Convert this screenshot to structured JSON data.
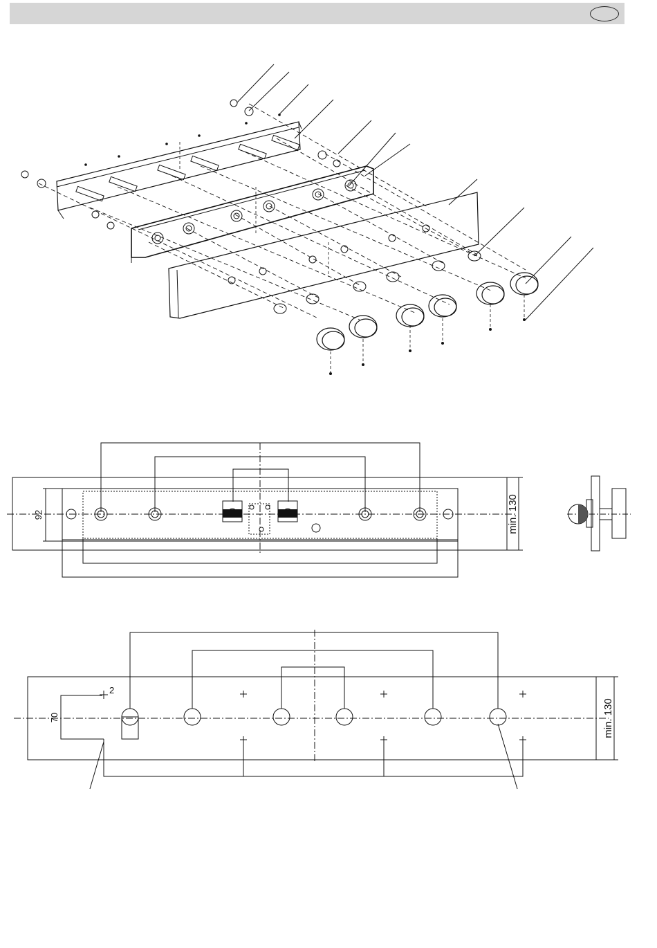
{
  "header": {
    "badge_text": ""
  },
  "elevation": {
    "height_label": "92",
    "min_height_label": "min. 130"
  },
  "cutout": {
    "hole_spacing_label": "70",
    "min_height_label": "min. 130",
    "note_mark": "2"
  }
}
